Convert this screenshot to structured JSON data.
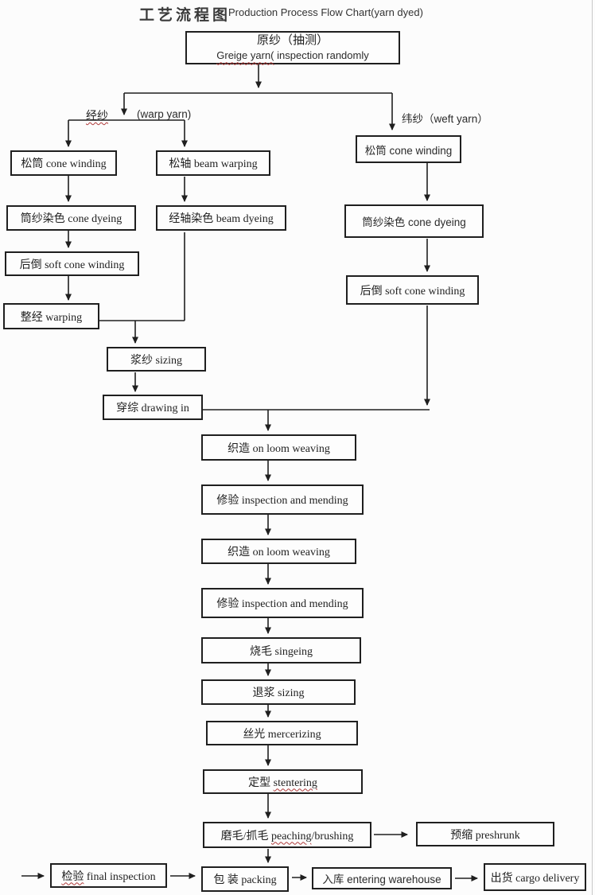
{
  "title": {
    "zh": "工艺流程图",
    "en": "Production Process Flow Chart(yarn dyed)"
  },
  "branch_labels": {
    "warp_zh": "经纱",
    "warp_en": "(warp yarn)",
    "weft": "纬纱（weft yarn）"
  },
  "nodes": {
    "start": {
      "zh": "原纱（抽测）",
      "en_wavy": "Greige yarn(",
      "en_rest": " inspection randomly"
    },
    "warp_cone_winding": {
      "label": "松筒 cone winding"
    },
    "beam_warping": {
      "label": "松轴 beam warping"
    },
    "warp_cone_dyeing": {
      "label": "筒纱染色 cone dyeing"
    },
    "beam_dyeing": {
      "label": "经轴染色 beam dyeing"
    },
    "warp_soft_winding": {
      "label": "后倒 soft cone winding"
    },
    "warping": {
      "label": "整经 warping"
    },
    "weft_cone_winding": {
      "label": "松筒 cone winding"
    },
    "weft_cone_dyeing": {
      "label": "筒纱染色 cone dyeing"
    },
    "weft_soft_winding": {
      "label": "后倒 soft cone winding"
    },
    "sizing": {
      "label": "浆纱 sizing"
    },
    "drawing_in": {
      "label": "穿综 drawing in"
    },
    "weaving1": {
      "label": "织造 on loom weaving"
    },
    "mending1": {
      "label": "修验 inspection and mending"
    },
    "weaving2": {
      "label": "织造 on loom weaving"
    },
    "mending2": {
      "label": "修验 inspection and mending"
    },
    "singeing": {
      "label": "烧毛 singeing"
    },
    "desizing": {
      "label": "退浆 sizing"
    },
    "mercerizing": {
      "label": "丝光  mercerizing"
    },
    "stentering": {
      "pre": "定型 ",
      "wavy": "stentering"
    },
    "peaching": {
      "pre": "磨毛/抓毛 ",
      "wavy": "peaching",
      "post": "/brushing"
    },
    "preshrunk": {
      "label": "预缩 preshrunk"
    },
    "final_inspection": {
      "wavy": "检验",
      "post": " final inspection"
    },
    "packing": {
      "label": "包 装 packing"
    },
    "warehouse": {
      "label": "入库 entering warehouse"
    },
    "delivery": {
      "label": "出货 cargo delivery"
    }
  },
  "colors": {
    "line": "#1f1f1f",
    "box_border": "#1f1f1f",
    "spellcheck_underline": "#b03a3a"
  }
}
